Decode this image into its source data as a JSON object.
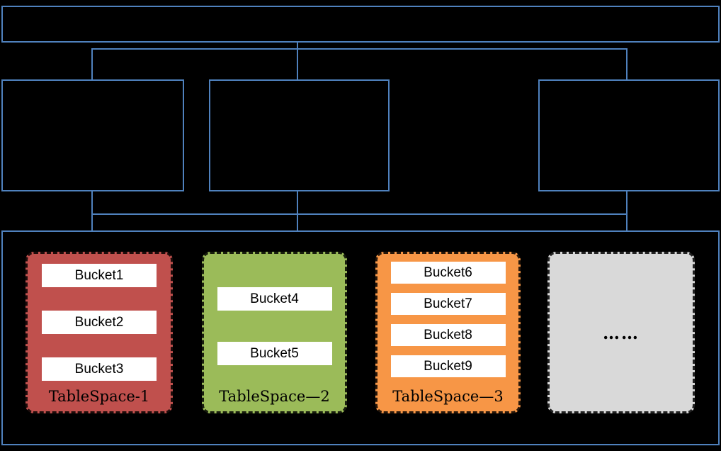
{
  "colors": {
    "background": "#000000",
    "connector_blue": "#4f81bd",
    "bucket_bg": "#ffffff",
    "text": "#000000",
    "tablespace_red": "#c0504d",
    "tablespace_green": "#9bbb59",
    "tablespace_orange": "#f79646",
    "tablespace_gray": "#d9d9d9"
  },
  "tablespaces": [
    {
      "id": "tablespace-1",
      "label": "TableSpace-1",
      "fill": "#c0504d",
      "buckets": [
        "Bucket1",
        "Bucket2",
        "Bucket3"
      ]
    },
    {
      "id": "tablespace-2",
      "label": "TableSpace—2",
      "fill": "#9bbb59",
      "buckets": [
        "Bucket4",
        "Bucket5"
      ]
    },
    {
      "id": "tablespace-3",
      "label": "TableSpace—3",
      "fill": "#f79646",
      "buckets": [
        "Bucket6",
        "Bucket7",
        "Bucket8",
        "Bucket9"
      ]
    },
    {
      "id": "tablespace-more",
      "label": "",
      "fill": "#d9d9d9",
      "buckets": [],
      "placeholder": "……"
    }
  ]
}
